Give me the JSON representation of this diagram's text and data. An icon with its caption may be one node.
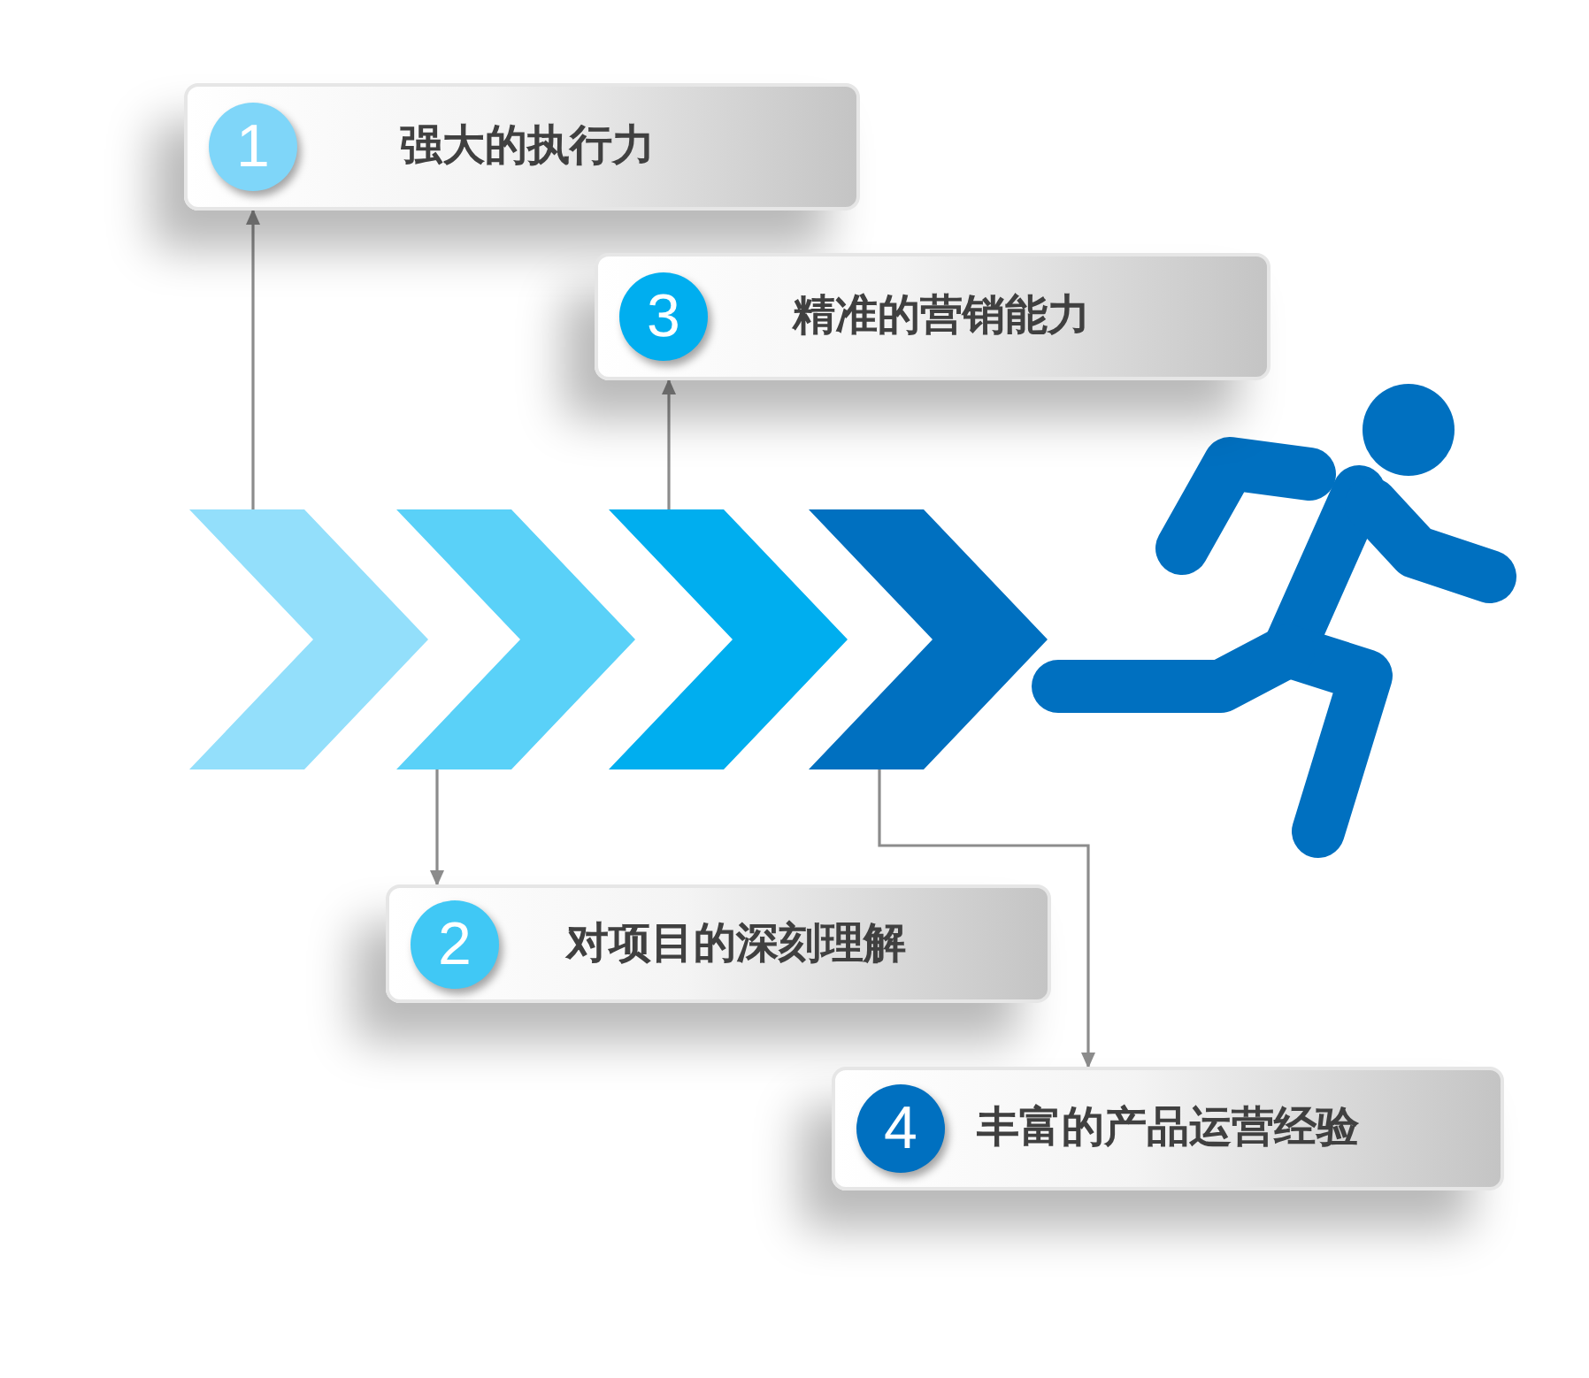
{
  "diagram": {
    "nodes": [
      {
        "text": [
          "1",
          "强大的执行力"
        ]
      },
      {
        "text": [
          "3",
          "精准的营销能力"
        ]
      },
      {
        "text": [],
        "shape": "chevron"
      },
      {
        "text": [],
        "shape": "chevron"
      },
      {
        "text": [],
        "shape": "chevron"
      },
      {
        "text": [],
        "shape": "chevron"
      },
      {
        "text": [
          "2",
          "对项目的深刻理解"
        ]
      },
      {
        "text": [
          "4",
          "丰富的产品运营经验"
        ]
      }
    ],
    "edges": [
      {
        "from": 2,
        "to": 0,
        "arrow": "to"
      },
      {
        "from": 3,
        "to": 6,
        "arrow": "to"
      },
      {
        "from": 4,
        "to": 1,
        "arrow": "to"
      },
      {
        "from": 5,
        "to": 7,
        "arrow": "to"
      }
    ]
  }
}
